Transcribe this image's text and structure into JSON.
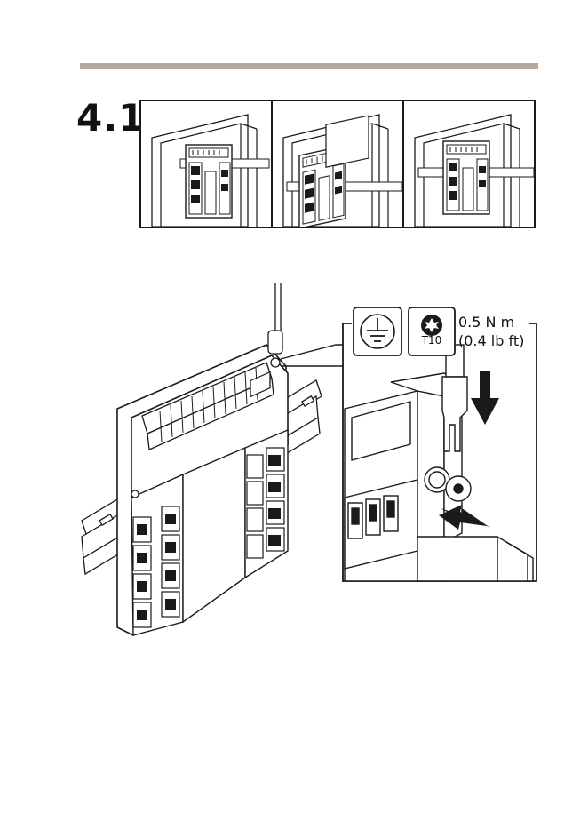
{
  "step": {
    "number": "4.1"
  },
  "colors": {
    "rule": "#b6a89f",
    "line": "#1a1a1a",
    "fill": "#ffffff",
    "shade": "#e6e6e6"
  },
  "panels": [
    {
      "id": "panel-1",
      "icon": "controller-on-rail-icon"
    },
    {
      "id": "panel-2",
      "icon": "controller-hook-on-rail-icon"
    },
    {
      "id": "panel-3",
      "icon": "controller-mounted-on-rail-icon"
    }
  ],
  "detail": {
    "ground_icon": "protective-earth-icon",
    "bit_icon": "torx-bit-icon",
    "bit_label": "T10",
    "torque_nm": "0.5 N m",
    "torque_lbft": "(0.4 lb ft)"
  }
}
